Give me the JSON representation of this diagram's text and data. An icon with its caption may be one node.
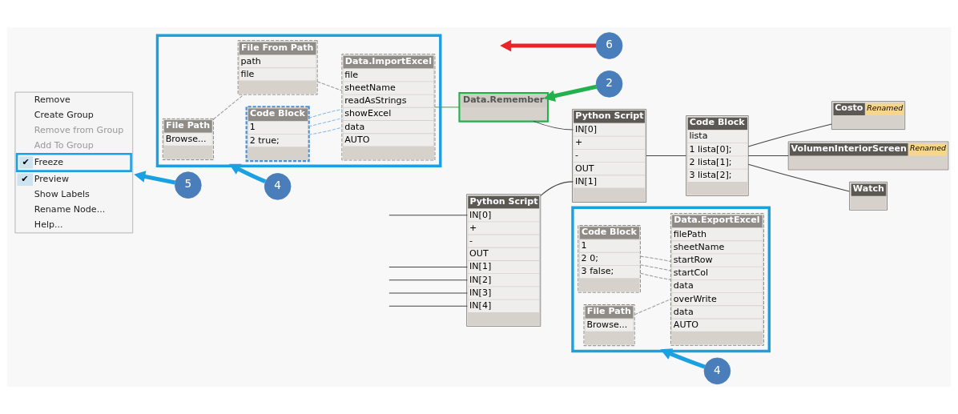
{
  "diagram": {
    "nodes": [
      {
        "text": [],
        "shape": "box"
      },
      {
        "text": [
          "File Path",
          "Browse..."
        ],
        "in": 0
      },
      {
        "text": [
          "File From Path",
          "path",
          "file"
        ],
        "in": 0
      },
      {
        "text": [
          "Code Block",
          "1",
          "2 true;"
        ],
        "in": 0
      },
      {
        "text": [
          "Data.ImportExcel",
          "file",
          "sheetName",
          "readAsStrings",
          "showExcel",
          "data",
          "AUTO"
        ],
        "in": 0
      },
      {
        "text": [
          "Data.Remember"
        ]
      },
      {
        "text": [
          "Python Script",
          "IN[0]",
          "+",
          "-",
          "OUT",
          "IN[1]"
        ]
      },
      {
        "text": [
          "Code Block",
          "lista",
          "1 lista[0];",
          "2 lista[1];",
          "3 lista[2];"
        ]
      },
      {
        "text": [
          "Costo",
          "Renamed"
        ]
      },
      {
        "text": [
          "VolumenInteriorScreen",
          "Renamed"
        ]
      },
      {
        "text": [
          "Watch"
        ]
      },
      {
        "text": [
          "Remove",
          "Create Group",
          "Remove from Group",
          "Add To Group",
          "✔",
          "Freeze",
          "✔",
          "Preview",
          "Show Labels",
          "Rename Node...",
          "Help..."
        ]
      },
      {
        "text": [
          "Python Script",
          "IN[0]",
          "+",
          "-",
          "OUT",
          "IN[1]",
          "IN[2]",
          "IN[3]",
          "IN[4]"
        ]
      },
      {
        "text": [],
        "shape": "box"
      },
      {
        "text": [
          "File Path",
          "Browse..."
        ],
        "in": 13
      },
      {
        "text": [
          "Code Block",
          "1",
          "2 0;",
          "3 false;"
        ],
        "in": 13
      },
      {
        "text": [
          "Data.ExportExcel",
          "filePath",
          "sheetName",
          "startRow",
          "startCol",
          "data",
          "overWrite",
          "data",
          "AUTO"
        ],
        "in": 13
      },
      {
        "text": [
          "4"
        ]
      },
      {
        "text": [
          "6"
        ]
      },
      {
        "text": [
          "2"
        ]
      },
      {
        "text": [
          "5"
        ]
      },
      {
        "text": [
          "4"
        ]
      }
    ],
    "edges": [
      {
        "from": 1,
        "to": 2,
        "arrow": "none",
        "style": "dashed",
        "color": "#999999"
      },
      {
        "from": 2,
        "to": 4,
        "arrow": "none",
        "style": "dashed",
        "color": "#999999"
      },
      {
        "from": 3,
        "to": 4,
        "arrow": "none",
        "style": "dashed",
        "color": "#8ab8e6"
      },
      {
        "from": 3,
        "to": 4,
        "arrow": "none",
        "style": "dashed",
        "color": "#8ab8e6"
      },
      {
        "from": 3,
        "to": 4,
        "arrow": "none",
        "style": "dashed",
        "color": "#8ab8e6"
      },
      {
        "from": 4,
        "to": 5,
        "arrow": "none",
        "color": "#22b14c"
      },
      {
        "from": 5,
        "to": 6,
        "arrow": "none"
      },
      {
        "from": 6,
        "to": 7,
        "arrow": "none"
      },
      {
        "from": 7,
        "to": 8,
        "arrow": "none"
      },
      {
        "from": 7,
        "to": 9,
        "arrow": "none"
      },
      {
        "from": 7,
        "to": 10,
        "arrow": "none"
      },
      {
        "from": 12,
        "to": 6,
        "arrow": "none"
      },
      {
        "from": null,
        "to": 12,
        "arrow": "none"
      },
      {
        "from": null,
        "to": 12,
        "arrow": "none"
      },
      {
        "from": null,
        "to": 12,
        "arrow": "none"
      },
      {
        "from": null,
        "to": 12,
        "arrow": "none"
      },
      {
        "from": null,
        "to": 12,
        "arrow": "none"
      },
      {
        "from": 14,
        "to": 16,
        "arrow": "none",
        "style": "dashed",
        "color": "#999999"
      },
      {
        "from": 15,
        "to": 16,
        "arrow": "none",
        "style": "dashed",
        "color": "#999999"
      },
      {
        "from": 15,
        "to": 16,
        "arrow": "none",
        "style": "dashed",
        "color": "#999999"
      },
      {
        "from": 15,
        "to": 16,
        "arrow": "none",
        "style": "dashed",
        "color": "#999999"
      },
      {
        "from": 17,
        "to": 0,
        "arrow": "to",
        "style": "thick",
        "color": "#1ba1e2"
      },
      {
        "from": 18,
        "to": null,
        "arrow": "to",
        "style": "thick",
        "color": "#e8262a"
      },
      {
        "from": 19,
        "to": 5,
        "arrow": "to",
        "style": "thick",
        "color": "#22b14c"
      },
      {
        "from": 20,
        "to": 11,
        "arrow": "to",
        "style": "thick",
        "color": "#1ba1e2"
      },
      {
        "from": 21,
        "to": 13,
        "arrow": "to",
        "style": "thick",
        "color": "#1ba1e2"
      }
    ]
  }
}
